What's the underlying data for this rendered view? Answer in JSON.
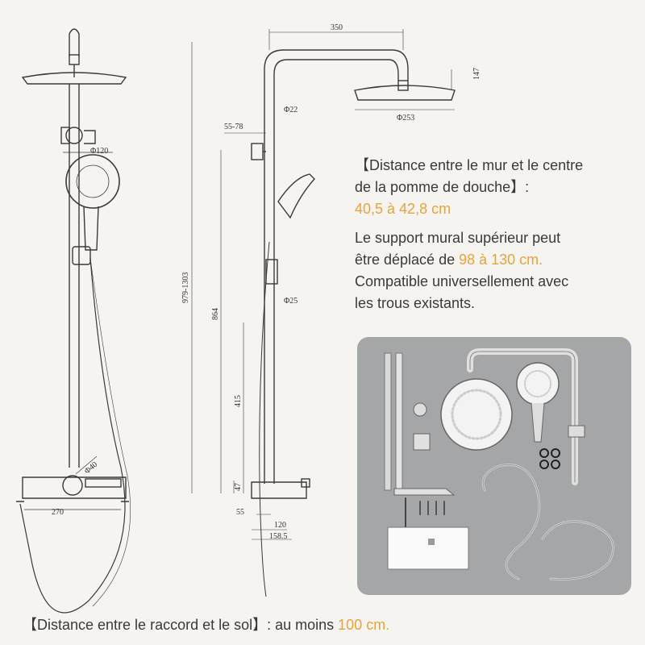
{
  "dimensions": {
    "arm_reach": "350",
    "head_height": "147",
    "head_diameter": "Φ253",
    "rail_diameter_top": "Φ22",
    "bracket_offset": "55-78",
    "rail_diameter_bottom": "Φ25",
    "total_height": "979-1303",
    "bracket_height": "864",
    "holder_height": "415",
    "shelf_height": "47",
    "inlet_offset": "55",
    "inlet_spacing": "120",
    "depth": "158.5",
    "handshower_diameter": "Φ120",
    "valve_diameter": "Φ40",
    "shelf_width": "270"
  },
  "info": {
    "line1": "【Distance entre le mur et le centre",
    "line2": "de la pomme de douche】:",
    "line3": "40,5 à 42,8 cm",
    "line4": "Le support mural supérieur peut",
    "line5_prefix": "être déplacé de ",
    "line5_highlight": "98 à 130 cm.",
    "line6": "Compatible universellement avec",
    "line7": "les trous existants."
  },
  "bottom_note": {
    "prefix": "【Distance entre le raccord et le sol】: au moins ",
    "highlight": "100 cm."
  },
  "colors": {
    "highlight": "#e8a33b",
    "line": "#3a3a3a",
    "photo_bg": "#a5a6a8"
  }
}
